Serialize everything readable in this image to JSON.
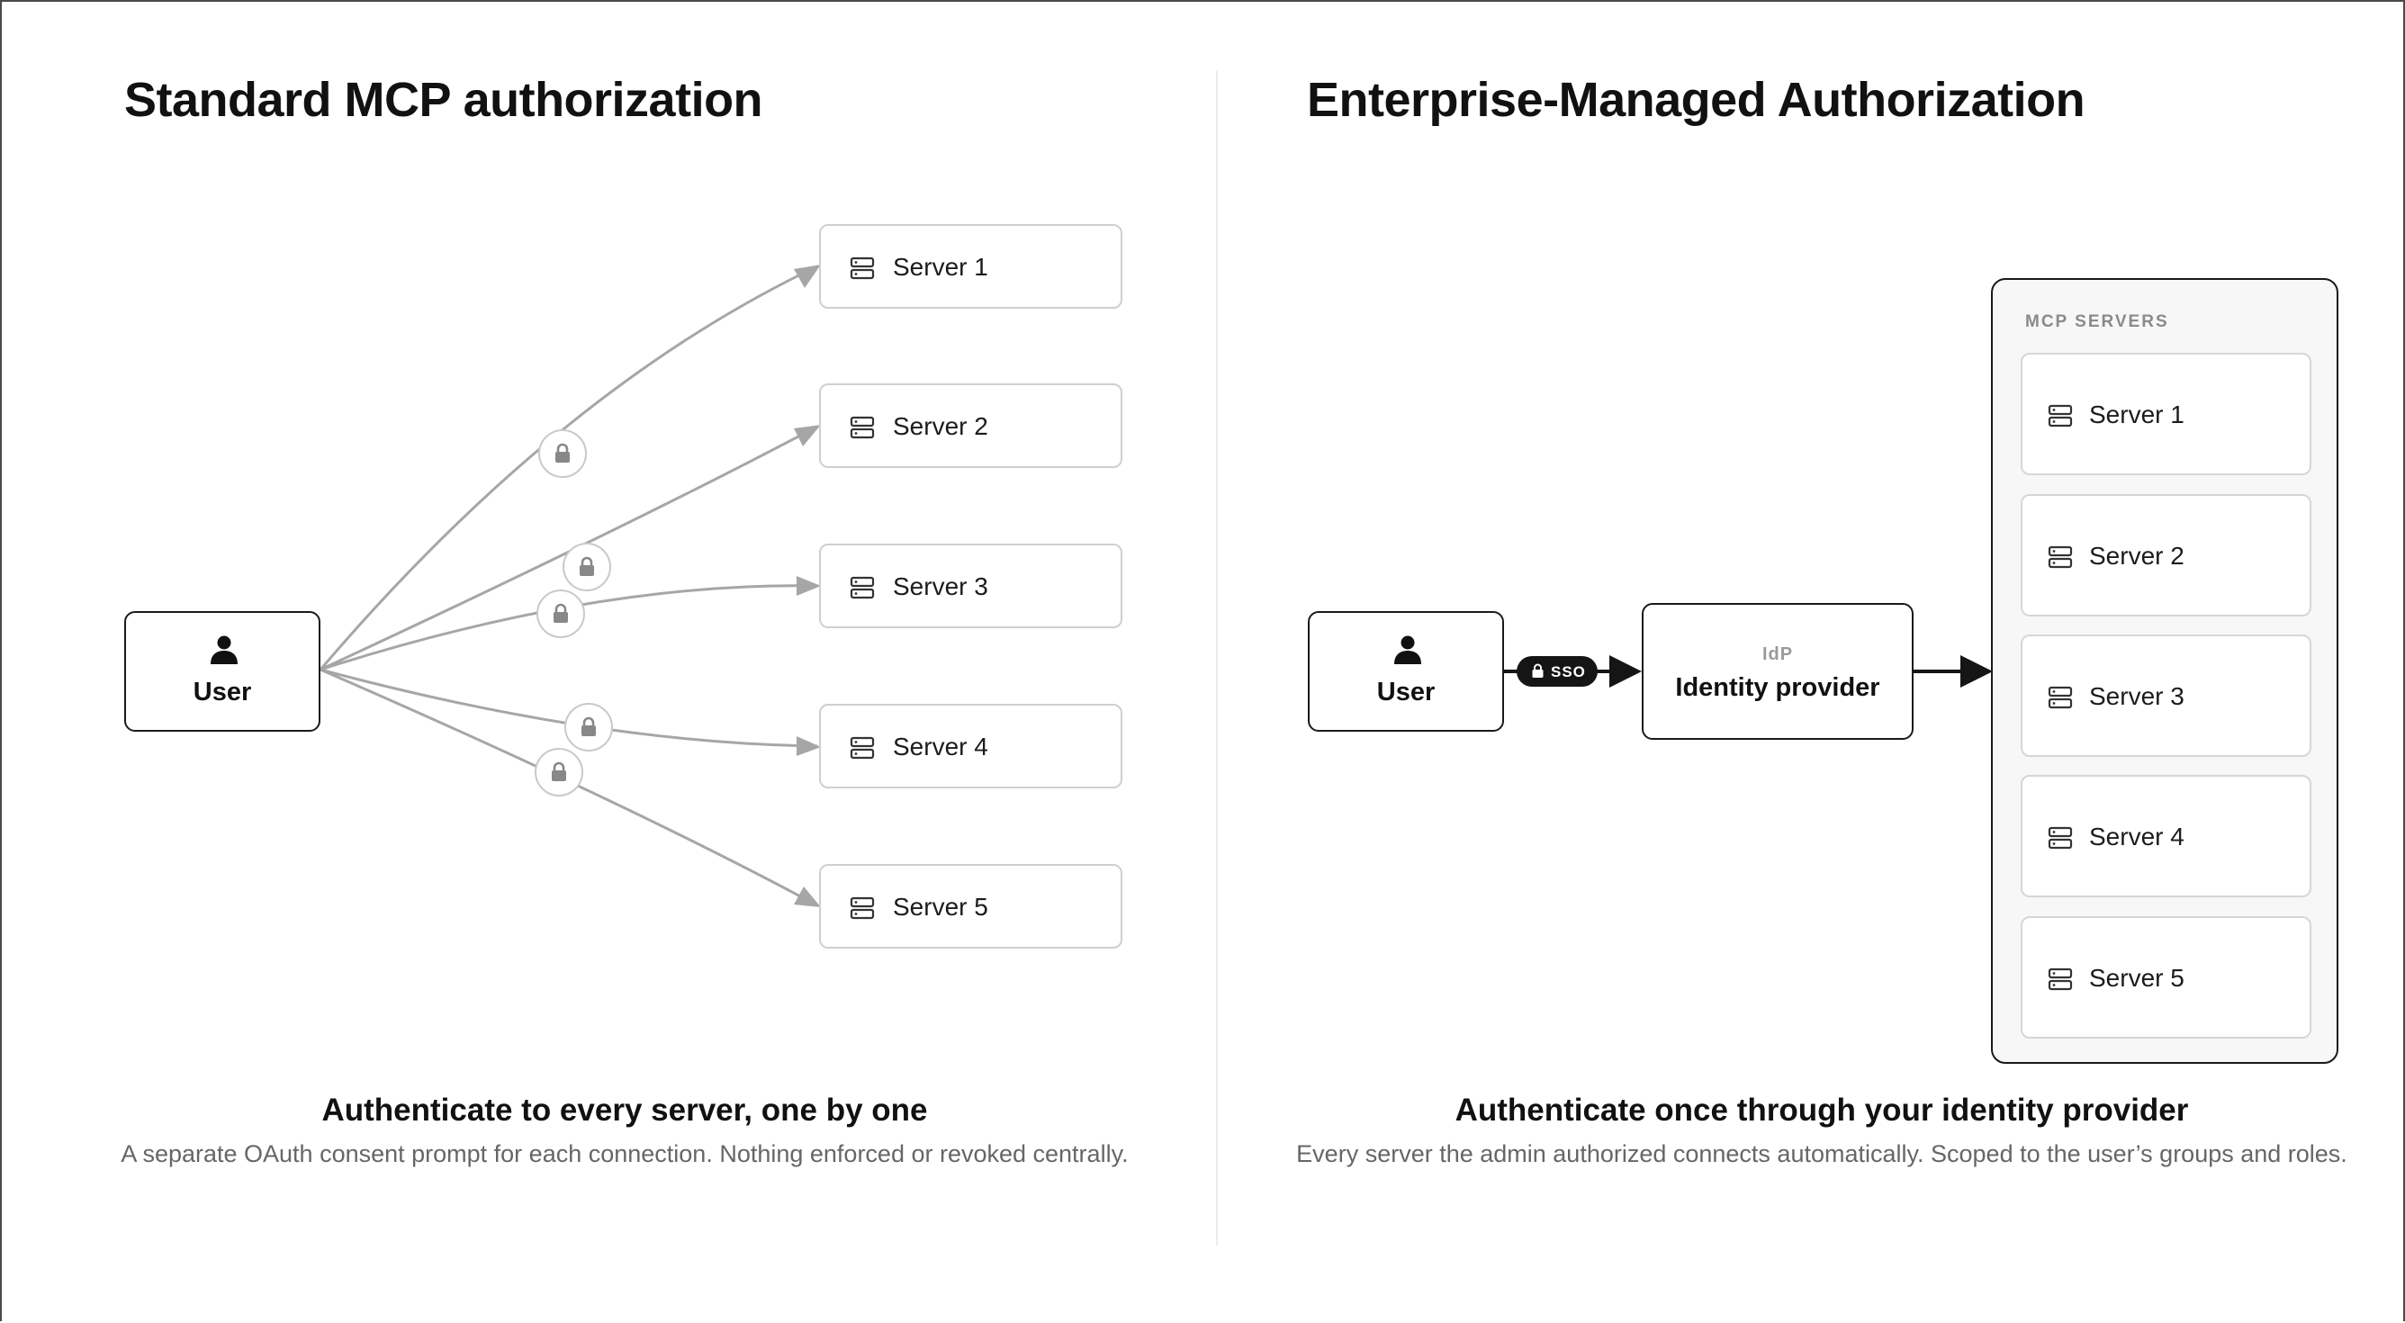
{
  "left": {
    "title": "Standard MCP authorization",
    "user_label": "User",
    "servers": [
      "Server 1",
      "Server 2",
      "Server 3",
      "Server 4",
      "Server 5"
    ],
    "caption_title": "Authenticate to every server, one by one",
    "caption_desc": "A separate OAuth consent prompt for each connection. Nothing enforced or revoked centrally."
  },
  "right": {
    "title": "Enterprise-Managed Authorization",
    "user_label": "User",
    "sso_label": "SSO",
    "idp_tag": "IdP",
    "idp_label": "Identity provider",
    "group_label": "MCP SERVERS",
    "servers": [
      "Server 1",
      "Server 2",
      "Server 3",
      "Server 4",
      "Server 5"
    ],
    "caption_title": "Authenticate once through your identity provider",
    "caption_desc": "Every server the admin authorized connects automatically. Scoped to the user’s groups and roles."
  },
  "icons": {
    "user": "person-icon",
    "server": "server-icon",
    "lock": "lock-icon"
  },
  "colors": {
    "text": "#111111",
    "muted_text": "#666666",
    "connector_gray": "#a6a6a6",
    "connector_dark": "#151515",
    "box_border_dark": "#1a1a1a",
    "box_border_light": "#cfcfcf",
    "group_background": "#f7f7f7"
  }
}
